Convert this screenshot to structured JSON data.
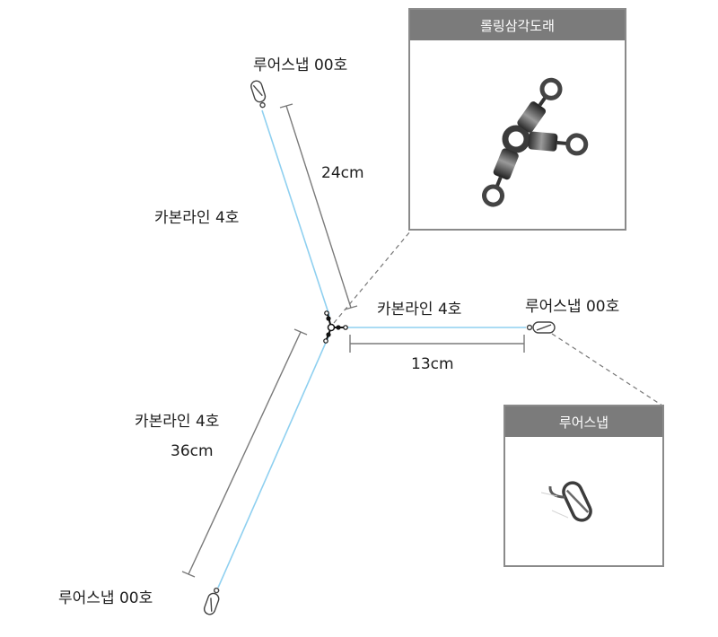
{
  "insets": {
    "swivel": {
      "title": "롤링삼각도래",
      "icon": "three-way-swivel-photo"
    },
    "snap": {
      "title": "루어스냅",
      "icon": "snap-photo"
    }
  },
  "labels": {
    "snap_top": "루어스냅 00호",
    "snap_right": "루어스냅 00호",
    "snap_bottom": "루어스냅 00호",
    "line_top": "카본라인 4호",
    "line_right": "카본라인 4호",
    "line_bottom": "카본라인 4호",
    "len_top": "24cm",
    "len_right": "13cm",
    "len_bottom": "36cm"
  },
  "colors": {
    "line": "#8fd0f0",
    "dimension": "#7a7a7a",
    "inset_header": "#7b7b7b"
  }
}
